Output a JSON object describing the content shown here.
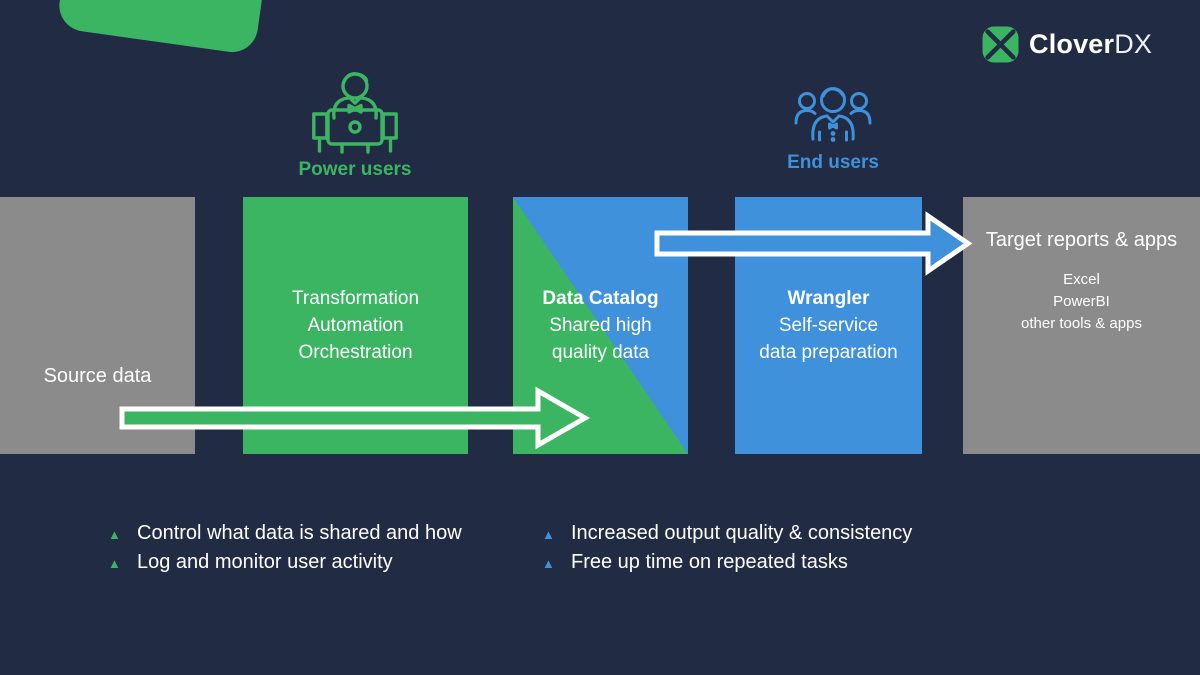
{
  "colors": {
    "background": "#212b43",
    "green": "#3cb563",
    "blue": "#3e91da",
    "gray": "#8b8b8b",
    "text": "#ffffff"
  },
  "logo": {
    "icon": "clover-leaf-icon",
    "brand_bold": "Clover",
    "brand_light": "DX"
  },
  "personas": [
    {
      "label": "Power users",
      "icon": "power-user-at-laptop-icon",
      "color": "#3cb563"
    },
    {
      "label": "End users",
      "icon": "end-users-group-icon",
      "color": "#3e91da"
    }
  ],
  "pipeline": {
    "source": {
      "label": "Source data"
    },
    "transform": {
      "lines": [
        "Transformation",
        "Automation",
        "Orchestration"
      ]
    },
    "catalog": {
      "title": "Data Catalog",
      "subtitle_lines": [
        "Shared high",
        "quality data"
      ]
    },
    "wrangler": {
      "title": "Wrangler",
      "subtitle_lines": [
        "Self-service",
        "data preparation"
      ]
    },
    "target": {
      "title": "Target reports & apps",
      "items": [
        "Excel",
        "PowerBI",
        "other tools & apps"
      ]
    },
    "arrows": [
      {
        "name": "source-to-catalog-arrow",
        "color": "#3cb563"
      },
      {
        "name": "catalog-to-target-arrow",
        "color": "#3e91da"
      }
    ]
  },
  "benefits": {
    "bullet_glyph": "▲",
    "power": [
      "Control what data is shared and how",
      "Log and monitor user activity"
    ],
    "end": [
      "Increased output quality & consistency",
      "Free up time on repeated tasks"
    ]
  }
}
